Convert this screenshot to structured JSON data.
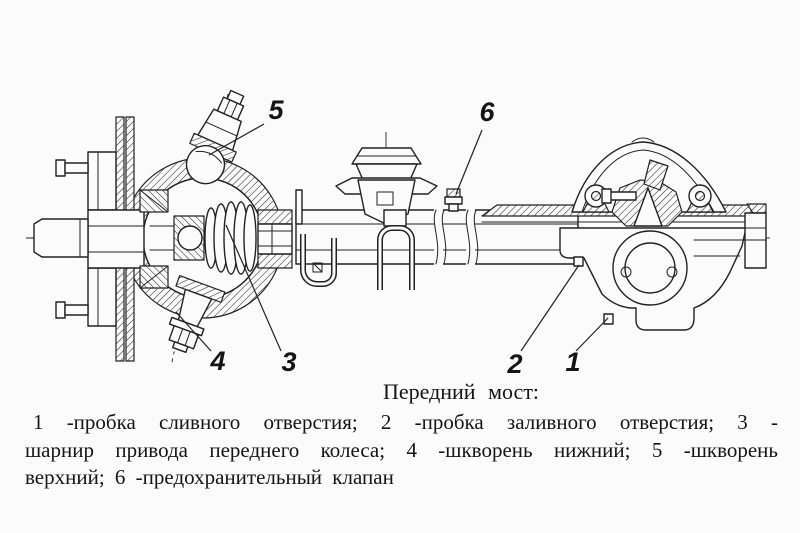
{
  "figure": {
    "title": "Передний мост:",
    "legend_lines": [
      "1 -пробка сливного отверстия; 2 -пробка заливного отверстия; 3 -",
      "шарнир привода переднего колеса; 4 -шкворень нижний; 5 -шкворень",
      "верхний; 6 -предохранительный клапан"
    ],
    "callouts": [
      {
        "label": "1",
        "part": "пробка сливного отверстия"
      },
      {
        "label": "2",
        "part": "пробка заливного отверстия"
      },
      {
        "label": "3",
        "part": "шарнир привода переднего колеса"
      },
      {
        "label": "4",
        "part": "шкворень нижний"
      },
      {
        "label": "5",
        "part": "шкворень верхний"
      },
      {
        "label": "6",
        "part": "предохранительный клапан"
      }
    ],
    "colors": {
      "background": "#fbfbfb",
      "line": "#222222",
      "text": "#151515"
    }
  }
}
